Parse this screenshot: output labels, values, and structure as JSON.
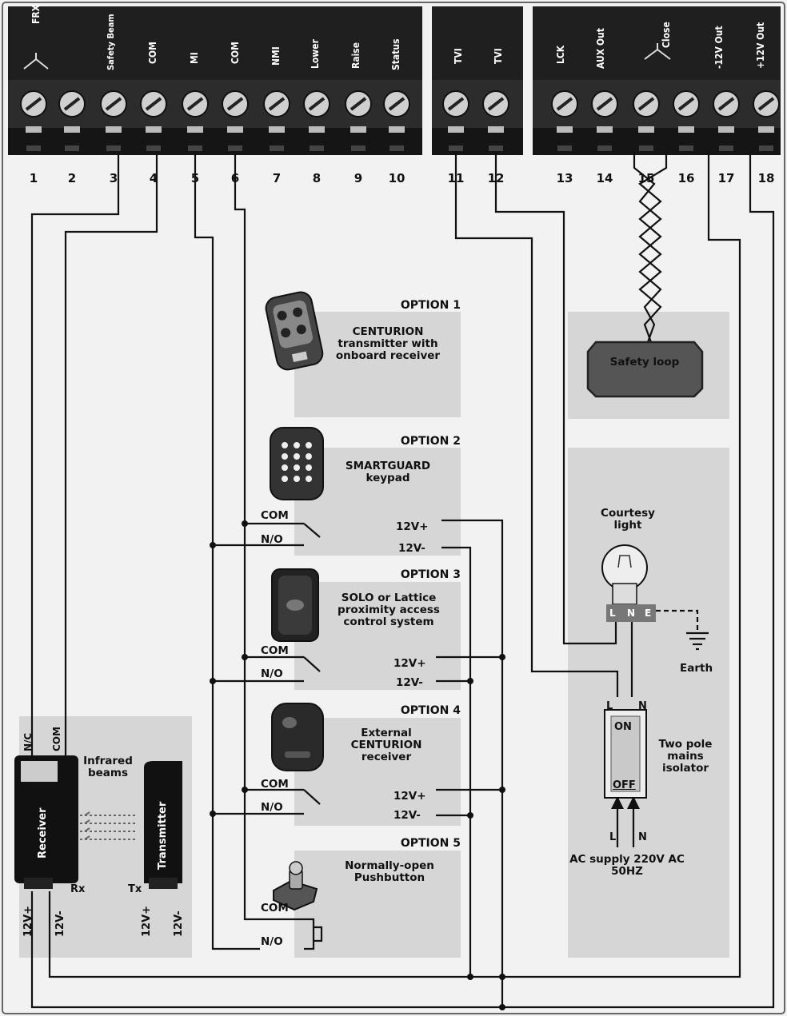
{
  "terminal_labels": [
    "FRX",
    "Safety Beam",
    "COM",
    "MI",
    "COM",
    "NMI",
    "Lower",
    "Raise",
    "Status",
    "TVI",
    "TVI",
    "LCK",
    "AUX Out",
    "Close",
    "-12V Out",
    "+12V Out"
  ],
  "terminal_numbers": [
    "1",
    "2",
    "3",
    "4",
    "5",
    "6",
    "7",
    "8",
    "9",
    "10",
    "11",
    "12",
    "13",
    "14",
    "15",
    "16",
    "17",
    "18"
  ],
  "safety_loop": "Safety loop",
  "options": [
    {
      "title": "OPTION 1",
      "desc": "CENTURION transmitter with onboard receiver"
    },
    {
      "title": "OPTION 2",
      "desc": "SMARTGUARD keypad"
    },
    {
      "title": "OPTION 3",
      "desc": "SOLO or Lattice proximity access control system"
    },
    {
      "title": "OPTION 4",
      "desc": "External CENTURION receiver"
    },
    {
      "title": "OPTION 5",
      "desc": "Normally-open Pushbutton"
    }
  ],
  "contacts": {
    "com": "COM",
    "no": "N/O",
    "v_plus": "12V+",
    "v_minus": "12V-"
  },
  "courtesy_light": "Courtesy light",
  "lamp_terminals": {
    "l": "L",
    "n": "N",
    "e": "E"
  },
  "earth": "Earth",
  "isolator": {
    "label": "Two pole mains isolator",
    "on": "ON",
    "off": "OFF",
    "l": "L",
    "n": "N"
  },
  "ac_supply": {
    "l": "L",
    "n": "N",
    "label": "AC supply 220V AC 50HZ"
  },
  "beams": {
    "title": "Infrared beams",
    "receiver": "Receiver",
    "transmitter": "Transmitter",
    "rx": "Rx",
    "tx": "Tx",
    "nc": "N/C",
    "com": "COM",
    "rx_v_plus": "12V+",
    "rx_v_minus": "12V-",
    "tx_v_plus": "12V+",
    "tx_v_minus": "12V-"
  },
  "colors": {
    "terminal_block": "#1f1f1f",
    "panel": "#d6d6d6",
    "background": "#f2f2f2",
    "wire": "#111111"
  }
}
